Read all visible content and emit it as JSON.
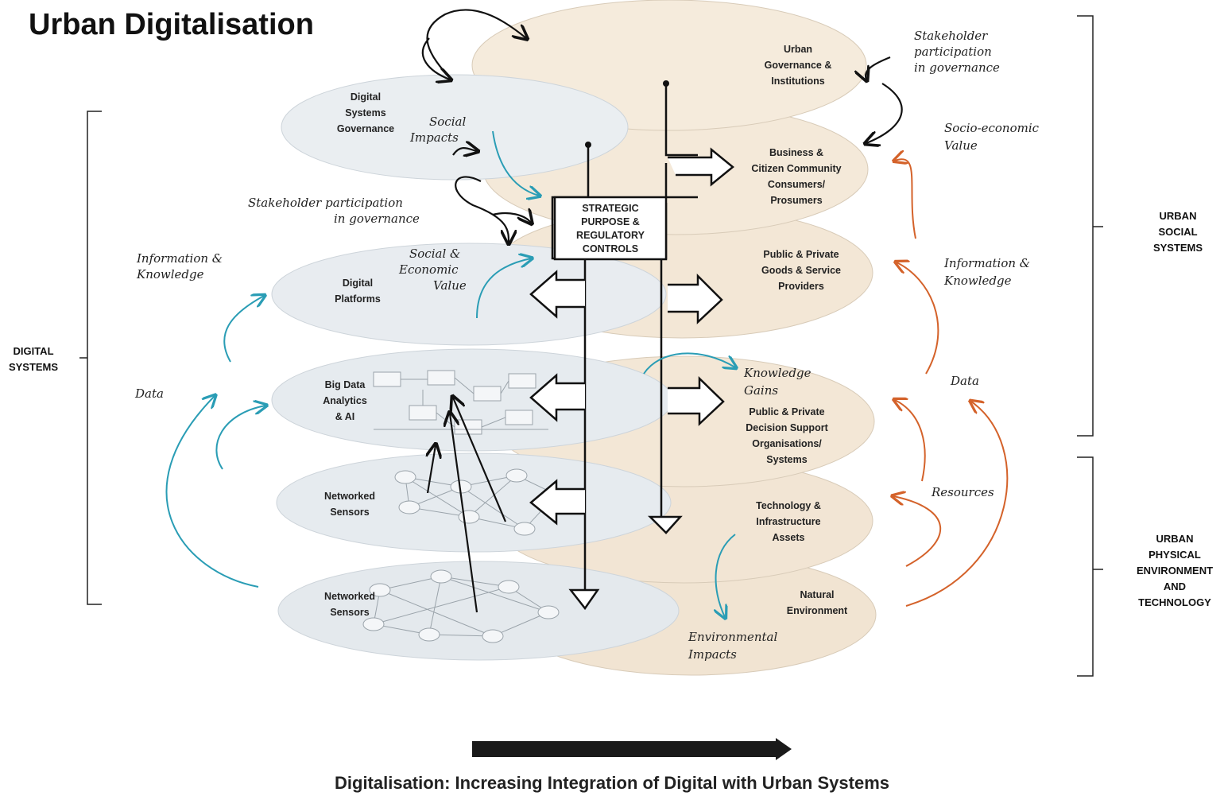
{
  "title": "Urban Digitalisation",
  "caption": "Digitalisation: Increasing Integration of Digital with Urban Systems",
  "side_labels": {
    "digital_systems": [
      "DIGITAL",
      "SYSTEMS"
    ],
    "urban_social_systems": [
      "URBAN",
      "SOCIAL",
      "SYSTEMS"
    ],
    "urban_physical": [
      "URBAN",
      "PHYSICAL",
      "ENVIRONMENT",
      "AND",
      "TECHNOLOGY"
    ]
  },
  "digital_layers": [
    [
      "Digital",
      "Systems",
      "Governance"
    ],
    [
      "Digital",
      "Platforms"
    ],
    [
      "Big Data",
      "Analytics",
      "& AI"
    ],
    [
      "Networked",
      "Sensors"
    ],
    [
      "Networked",
      "Sensors"
    ]
  ],
  "urban_layers": [
    [
      "Urban",
      "Governance &",
      "Institutions"
    ],
    [
      "Business &",
      "Citizen Community",
      "Consumers/",
      "Prosumers"
    ],
    [
      "Public & Private",
      "Goods & Service",
      "Providers"
    ],
    [
      "Public & Private",
      "Decision Support",
      "Organisations/",
      "Systems"
    ],
    [
      "Technology &",
      "Infrastructure",
      "Assets"
    ],
    [
      "Natural",
      "Environment"
    ]
  ],
  "center_box": [
    "STRATEGIC",
    "PURPOSE &",
    "REGULATORY",
    "CONTROLS"
  ],
  "annotations": {
    "stakeholder_top": [
      "Stakeholder",
      "participation",
      "in governance"
    ],
    "social_impacts": [
      "Social",
      "Impacts"
    ],
    "stakeholder_left": [
      "Stakeholder participation",
      "in governance"
    ],
    "social_economic": [
      "Social &",
      "Economic",
      "Value"
    ],
    "info_left": [
      "Information &",
      "Knowledge"
    ],
    "data_left": [
      "Data"
    ],
    "socio_economic": [
      "Socio-economic",
      "Value"
    ],
    "info_right": [
      "Information &",
      "Knowledge"
    ],
    "data_right": [
      "Data"
    ],
    "resources": [
      "Resources"
    ],
    "knowledge_gains": [
      "Knowledge",
      "Gains"
    ],
    "environmental_impacts": [
      "Environmental",
      "Impacts"
    ]
  },
  "colors": {
    "digital_fill": "#e6ebef",
    "urban_fill": "#f3e7d6",
    "teal": "#2a9db5",
    "orange": "#d4622a",
    "ink": "#111111"
  }
}
